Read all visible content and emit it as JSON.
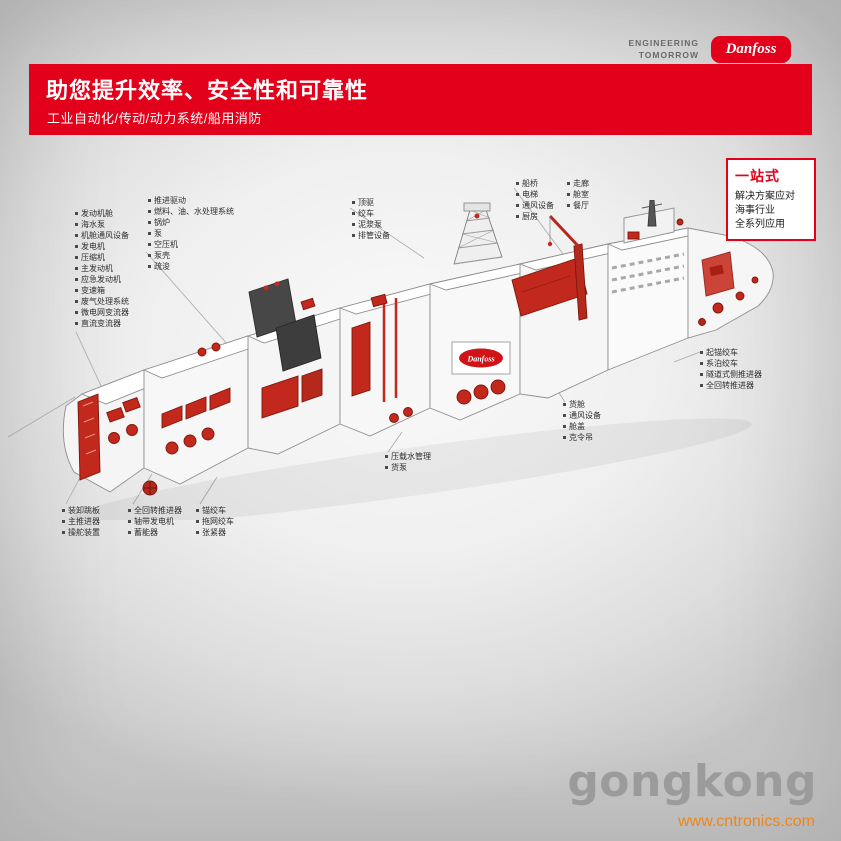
{
  "header": {
    "tagline": [
      "ENGINEERING",
      "TOMORROW"
    ],
    "logo_text": "Danfoss",
    "title": "助您提升效率、安全性和可靠性",
    "subtitle": "工业自动化/传动/动力系统/船用消防"
  },
  "info_box": {
    "title": "一站式",
    "lines": [
      "解决方案应对",
      "海事行业",
      "全系列应用"
    ]
  },
  "labels": {
    "engine_room": [
      "发动机舱",
      "海水泵",
      "机舱通风设备",
      "发电机",
      "压缩机",
      "主发动机",
      "应急发动机",
      "变速箱",
      "废气处理系统",
      "微电网变流器",
      "直流变流器"
    ],
    "propulsion": [
      "推进驱动",
      "燃料、油、水处理系统",
      "锅炉",
      "泵",
      "空压机",
      "泵壳",
      "疏浚"
    ],
    "drilling": [
      "顶驱",
      "绞车",
      "泥浆泵",
      "排管设备"
    ],
    "accommodation_left": [
      "船桥",
      "电梯",
      "通风设备",
      "厨房"
    ],
    "accommodation_right": [
      "走廊",
      "舱室",
      "餐厅"
    ],
    "bow_equipment": [
      "起锚绞车",
      "系泊绞车",
      "隧道式侧推进器",
      "全回转推进器"
    ],
    "cargo": [
      "货舱",
      "通风设备",
      "舱盖",
      "克令吊"
    ],
    "ballast": [
      "压载水管理",
      "货泵"
    ],
    "stern_left": [
      "装卸跳板",
      "主推进器",
      "操舵装置"
    ],
    "stern_mid": [
      "全回转推进器",
      "轴带发电机",
      "蓄能器"
    ],
    "stern_right": [
      "锚绞车",
      "拖网绞车",
      "张紧器"
    ]
  },
  "ship": {
    "logo_text": "Danfoss"
  },
  "watermark": {
    "brand": "gongkong",
    "url": "www.cntronics.com"
  },
  "colors": {
    "brand_red": "#e2001a",
    "watermark_gray": "#9b9b9b",
    "url_orange": "#ef8519"
  }
}
